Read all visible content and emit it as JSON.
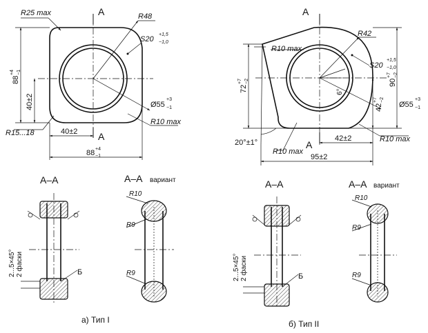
{
  "type1": {
    "section_mark": "А",
    "r_corner": "R25 max",
    "r48": "R48",
    "s_label": "S20",
    "s_tol_up": "+1,5",
    "s_tol_dn": "−1,0",
    "height_88": "88",
    "height_88_up": "+4",
    "height_88_dn": "−1",
    "dim_40_v": "40±2",
    "dia_55": "Ø55",
    "dia_55_up": "+3",
    "dia_55_dn": "−1",
    "r_15_18": "R15...18",
    "r10": "R10 max",
    "dim_40_h": "40±2",
    "width_88": "88",
    "width_88_up": "+4",
    "width_88_dn": "−1",
    "caption": "а) Тип I"
  },
  "type2": {
    "section_mark": "А",
    "r42": "R42",
    "r10_top": "R10 max",
    "s_label": "S20",
    "s_tol_up": "+1,5",
    "s_tol_dn": "−1,0",
    "height_72": "72",
    "height_72_up": "+7",
    "height_72_dn": "−2",
    "height_90": "90",
    "height_90_up": "+7",
    "height_90_dn": "−2",
    "angle_6": "6°",
    "height_42": "42",
    "height_42_up": "+7",
    "height_42_dn": "−2",
    "dia_55": "Ø55",
    "dia_55_up": "+3",
    "dia_55_dn": "−1",
    "angle_20": "20°±1°",
    "r10_bottom": "R10 max",
    "dim_42_h": "42±2",
    "r10_right": "R10 max",
    "width_95": "95±2",
    "caption": "б) Тип II"
  },
  "sections": {
    "aa_1": "А–А",
    "aa_variant_1": "А–А",
    "variant_word": "вариант",
    "r10": "R10",
    "r9_top": "R9",
    "r9_bottom": "R9",
    "chamfer": "2...5×45°",
    "chamfer_note": "2 фаски",
    "b_mark": "Б",
    "aa_2": "А–А",
    "aa_variant_2": "А–А",
    "variant_word_2": "вариант",
    "r10_2": "R10",
    "r9_top_2": "R9",
    "r9_bottom_2": "R9",
    "chamfer_2": "2...5×45°",
    "chamfer_note_2": "2 фаски",
    "b_mark_2": "Б"
  }
}
